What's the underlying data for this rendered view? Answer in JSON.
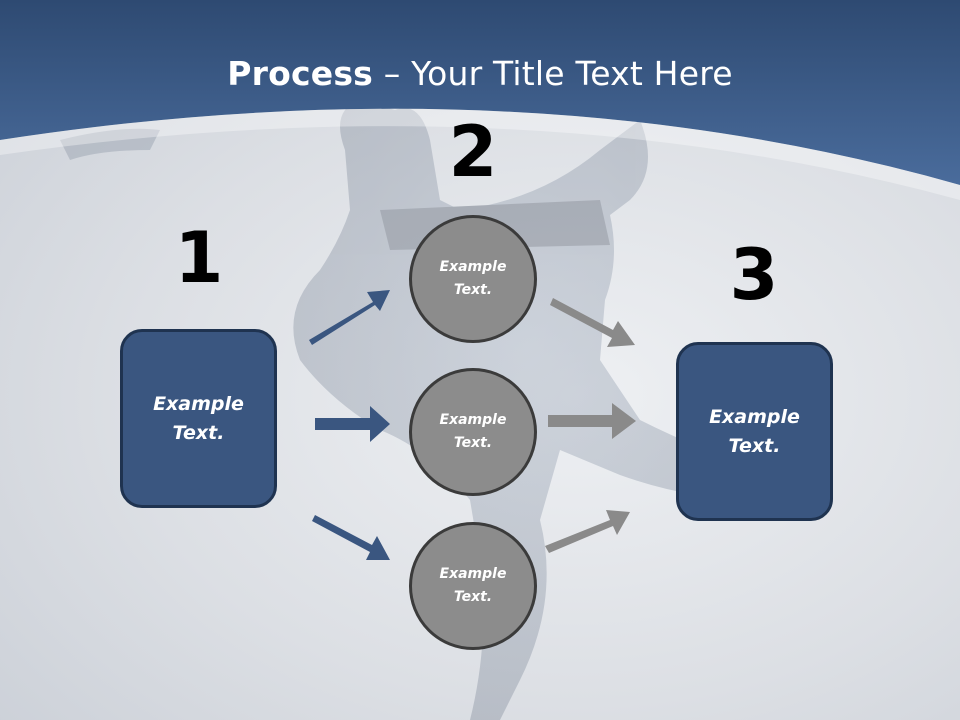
{
  "title": {
    "bold": "Process",
    "rest": " – Your Title Text Here"
  },
  "steps": {
    "one": "1",
    "two": "2",
    "three": "3"
  },
  "boxes": {
    "left": "Example\nText.",
    "right": "Example\nText."
  },
  "circles": [
    {
      "label": "Example\nText."
    },
    {
      "label": "Example\nText."
    },
    {
      "label": "Example\nText."
    }
  ],
  "colors": {
    "header": "#3f5f8f",
    "box": "#3a5680",
    "circle": "#8c8c8c",
    "arrow_blue": "#3a5680",
    "arrow_gray": "#8a8a8a"
  }
}
